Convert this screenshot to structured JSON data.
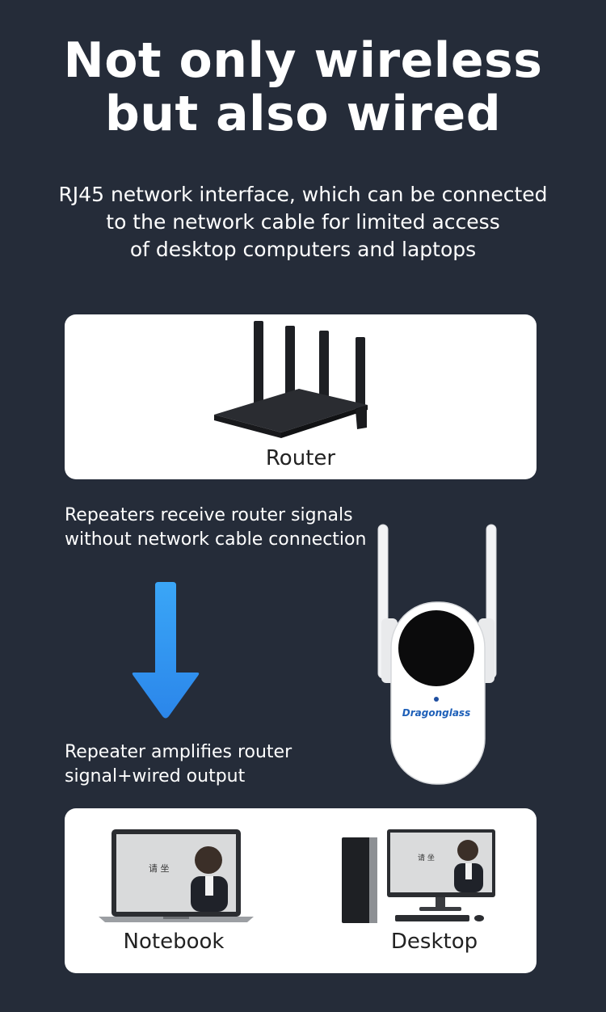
{
  "headline": {
    "line1": "Not only wireless",
    "line2": "but also wired"
  },
  "subtitle": {
    "line1": "RJ45 network interface, which can be connected",
    "line2": "to the network cable for limited access",
    "line3": "of desktop computers and laptops"
  },
  "router_card": {
    "label": "Router"
  },
  "note_top": {
    "line1": "Repeaters receive router signals",
    "line2": "without network cable connection"
  },
  "note_bottom": {
    "line1": "Repeater amplifies router",
    "line2": "signal+wired output"
  },
  "repeater": {
    "brand": "Dragonglass"
  },
  "devices_card": {
    "notebook_label": "Notebook",
    "desktop_label": "Desktop",
    "screen_text": "请 坐"
  },
  "colors": {
    "background": "#252c39",
    "card": "#ffffff",
    "arrow": "#2f8ff0",
    "brand": "#1d5fb8"
  }
}
